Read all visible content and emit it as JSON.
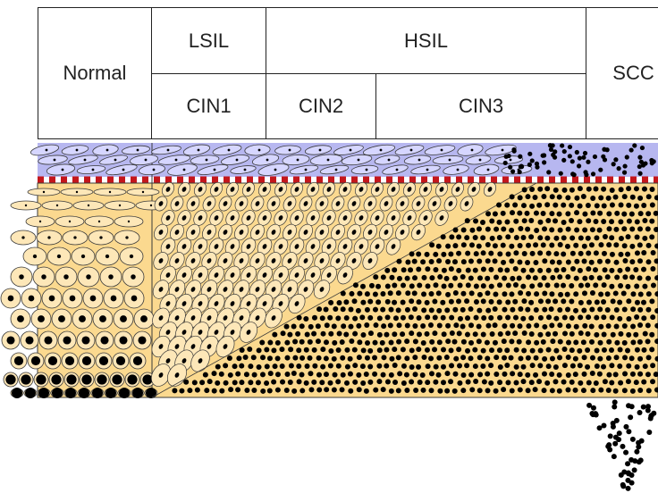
{
  "table": {
    "normal": "Normal",
    "lsil": "LSIL",
    "hsil": "HSIL",
    "scc": "SCC",
    "cin1": "CIN1",
    "cin2": "CIN2",
    "cin3": "CIN3"
  },
  "colors": {
    "surface_layer": "#b7b7f0",
    "epithelium": "#fbd98f",
    "basement_membrane": "#c4161c",
    "cell_outline": "#3a3a3a",
    "nucleus": "#000000"
  }
}
